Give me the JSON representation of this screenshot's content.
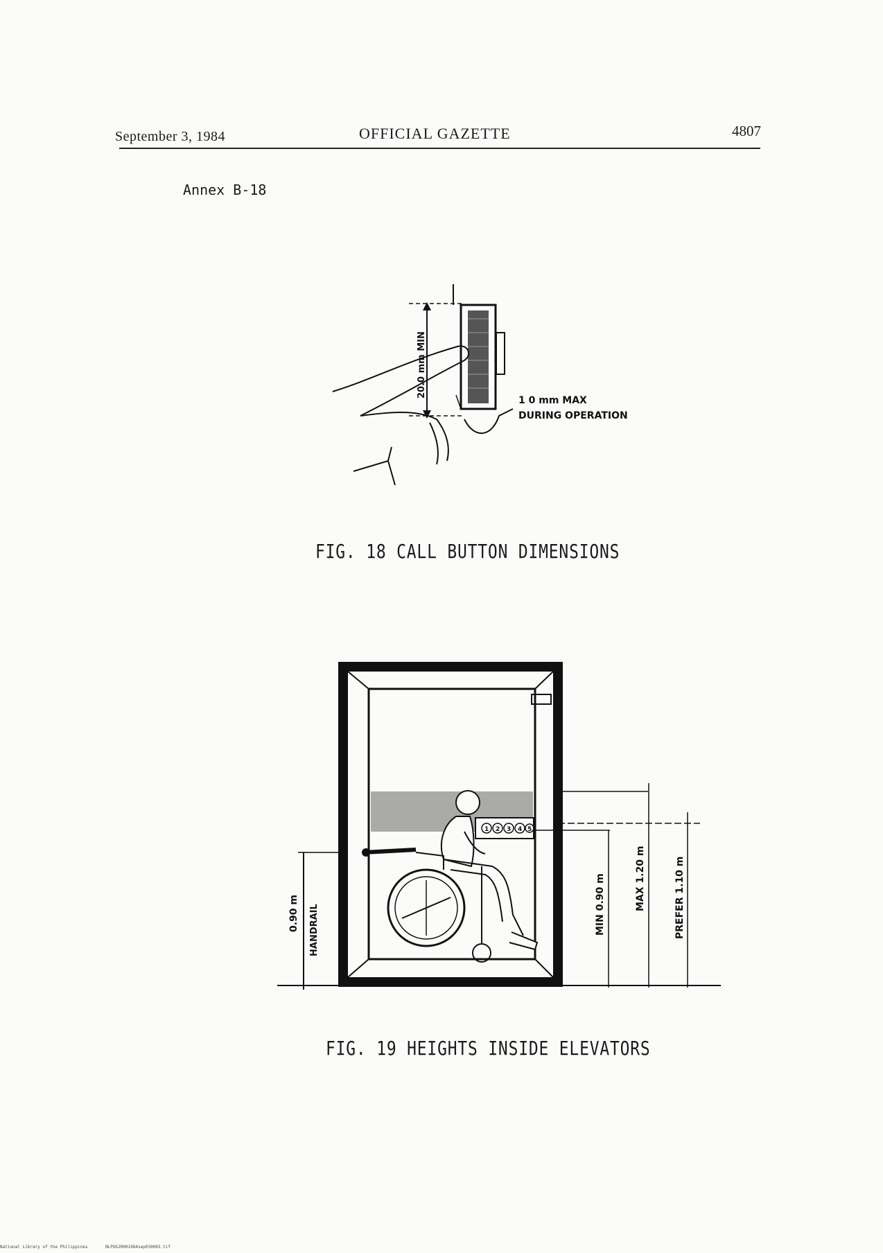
{
  "header": {
    "date": "September 3, 1984",
    "publication": "OFFICIAL GAZETTE",
    "page_number": "4807"
  },
  "annex": "Annex B-18",
  "figure18": {
    "caption": "FIG. 18 CALL BUTTON DIMENSIONS",
    "label_min": "20.0 mm MIN",
    "label_max_line1": "1 0 mm MAX",
    "label_max_line2": "DURING OPERATION"
  },
  "figure19": {
    "caption": "FIG. 19 HEIGHTS INSIDE ELEVATORS",
    "label_handrail_height": "0.90 m",
    "label_handrail": "HANDRAIL",
    "label_min": "MIN 0.90 m",
    "label_max": "MAX 1.20 m",
    "label_prefer": "PREFER 1.10 m",
    "buttons": [
      "1",
      "2",
      "3",
      "4",
      "5"
    ]
  },
  "footer": {
    "library": "National Library of the Philippines",
    "file": "NLPOGJR001984sep030093.tif"
  }
}
